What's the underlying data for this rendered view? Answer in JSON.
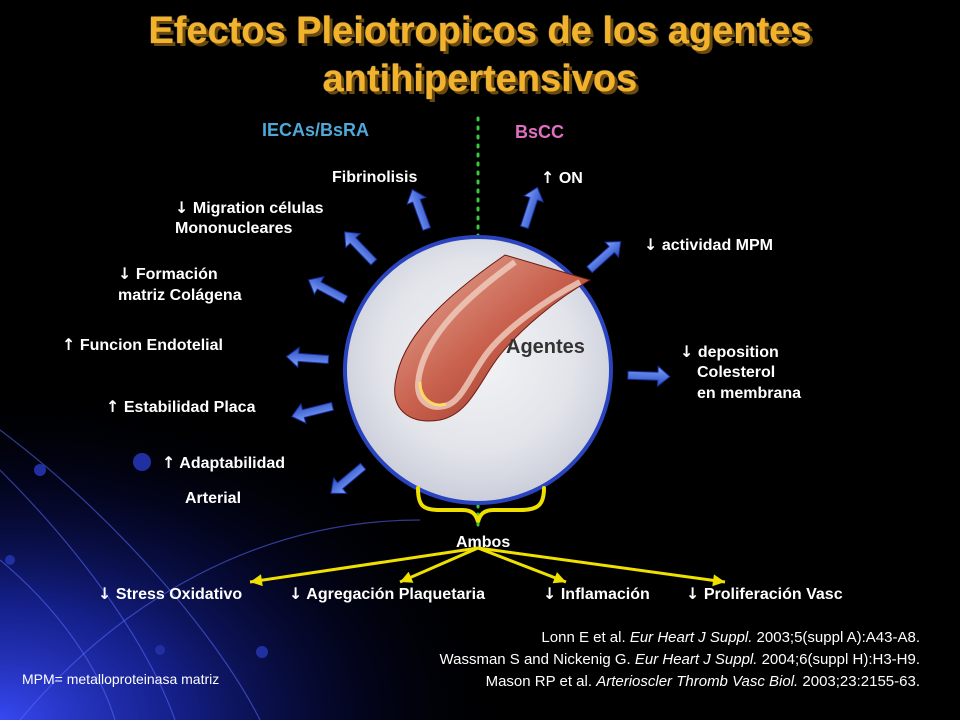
{
  "title": {
    "line1": "Efectos Pleiotropicos de los agentes",
    "line2": "antihipertensivos"
  },
  "groups": {
    "left_header": "IECAs/BsRA",
    "right_header": "BsCC",
    "center_label": "Agentes",
    "both_label": "Ambos"
  },
  "arrow_up": "↑",
  "arrow_down": "↓",
  "left_effects": {
    "fibrinolisis": "Fibrinolisis",
    "migration_l1": "Migration células",
    "migration_l2": "Mononucleares",
    "formacion_l1": " Formación",
    "formacion_l2": "matriz Colágena",
    "funcion": "Funcion Endotelial",
    "estabilidad": "Estabilidad Placa",
    "adaptabilidad_l1": "Adaptabilidad",
    "adaptabilidad_l2": "Arterial"
  },
  "right_effects": {
    "on": "ON",
    "mpm": "actividad MPM",
    "deposition_l1": "deposition",
    "deposition_l2": "Colesterol",
    "deposition_l3": "en membrana"
  },
  "both_effects": {
    "stress": "Stress Oxidativo",
    "agregacion": "Agregación Plaquetaria",
    "inflamacion": "Inflamación",
    "proliferacion": "Proliferación Vasc"
  },
  "references": [
    {
      "pre": "Lonn E et al. ",
      "journal": "Eur Heart J Suppl.",
      "post": " 2003;5(suppl A):A43-A8."
    },
    {
      "pre": "Wassman S and Nickenig G. ",
      "journal": "Eur Heart J Suppl.",
      "post": " 2004;6(suppl H):H3-H9."
    },
    {
      "pre": "Mason RP et al. ",
      "journal": "Arterioscler Thromb Vasc Biol.",
      "post": " 2003;23:2155-63."
    }
  ],
  "footnote": "MPM= metalloproteinasa matriz",
  "colors": {
    "title": "#f3b22c",
    "left_header": "#4fa8d8",
    "right_header": "#e070c0",
    "divider": "#3cc83c",
    "connector": "#f0e000",
    "arrow": "#3f6fd8"
  }
}
